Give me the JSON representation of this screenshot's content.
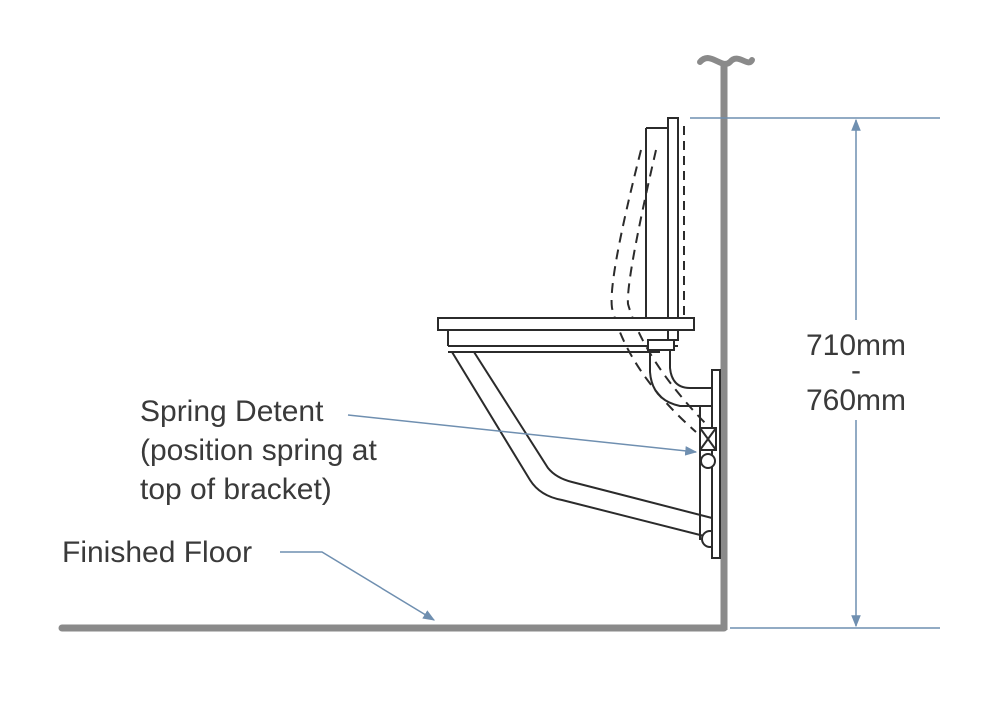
{
  "colors": {
    "wall": "#8a8a8a",
    "line": "#2b2b2b",
    "dimension": "#6f8fb0",
    "leader": "#6f8fb0",
    "text": "#3a3a3a"
  },
  "labels": {
    "spring_detent_line1": "Spring Detent",
    "spring_detent_line2": "(position spring at",
    "spring_detent_line3": "top of bracket)",
    "finished_floor": "Finished Floor"
  },
  "dimension": {
    "top_value": "710mm",
    "separator": "-",
    "bottom_value": "760mm"
  }
}
